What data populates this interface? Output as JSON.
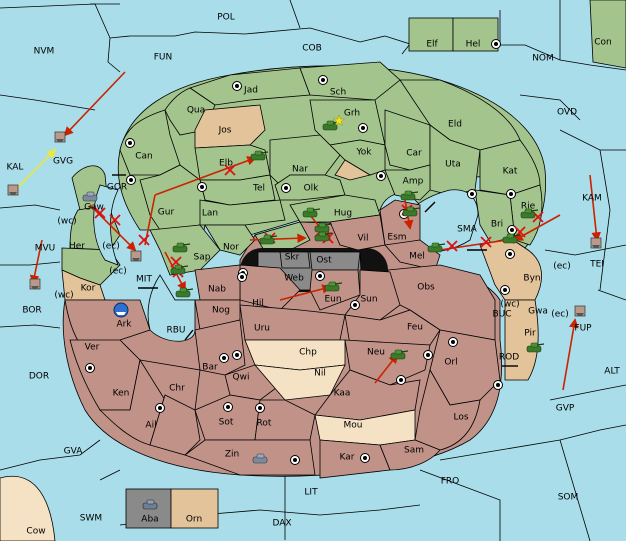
{
  "map": {
    "title": "",
    "colors": {
      "sea": "#a8dde9",
      "green_power": "#a3c48d",
      "red_power": "#c09288",
      "neutral": "#e2c39a",
      "gray_power": "#8a8a8a",
      "order_arrow": "#cc2200",
      "support_arrow": "#e8e840"
    },
    "labels": {
      "POL": "POL",
      "NVM": "NVM",
      "FUN": "FUN",
      "COB": "COB",
      "NOM": "NOM",
      "Con": "Con",
      "Elf": "Elf",
      "Hel": "Hel",
      "OVD": "OVD",
      "KAL": "KAL",
      "GVG": "GVG",
      "KAM": "KAM",
      "TEI": "TEI",
      "MVU": "MVU",
      "BOR": "BOR",
      "DOR": "DOR",
      "GVA": "GVA",
      "ALT": "ALT",
      "GVP": "GVP",
      "FRO": "FRO",
      "SOM": "SOM",
      "LIT": "LIT",
      "SWM": "SWM",
      "DAX": "DAX",
      "Cow": "Cow",
      "Aba": "Aba",
      "Orn": "Orn",
      "Jad": "Jad",
      "Sch": "Sch",
      "Qua": "Qua",
      "Grh": "Grh",
      "Jos": "Jos",
      "Can": "Can",
      "Eld": "Eld",
      "Yok": "Yok",
      "Car": "Car",
      "Elb": "Elb",
      "Nar": "Nar",
      "Uta": "Uta",
      "Kat": "Kat",
      "Tel": "Tel",
      "Olk": "Olk",
      "Amp": "Amp",
      "GOR": "GOR",
      "Gaw": "Gaw",
      "Gur": "Gur",
      "Lan": "Lan",
      "Hug": "Hug",
      "Rie": "Rie",
      "Bri": "Bri",
      "wc1": "(wc)",
      "ec1": "(ec)",
      "Her": "Her",
      "Nor": "Nor",
      "Vil": "Vil",
      "Esm": "Esm",
      "SMA": "SMA",
      "Sap": "Sap",
      "Skr": "Skr",
      "Ost": "Ost",
      "Mel": "Mel",
      "ec2": "(ec)",
      "Byn": "Byn",
      "Web": "Web",
      "MIT": "MIT",
      "wc2": "(wc)",
      "Kor": "Kor",
      "Nab": "Nab",
      "Obs": "Obs",
      "wc3": "(wc)",
      "Gwa": "Gwa",
      "Eun": "Eun",
      "Hil": "Hil",
      "Sun": "Sun",
      "BUC": "BUC",
      "ec3": "(ec)",
      "FUP": "FUP",
      "Pir": "Pir",
      "Ark": "Ark",
      "Nog": "Nog",
      "RBU": "RBU",
      "Uru": "Uru",
      "Feu": "Feu",
      "Ver": "Ver",
      "Chp": "Chp",
      "Neu": "Neu",
      "ROD": "ROD",
      "Orl": "Orl",
      "Bar": "Bar",
      "Qwi": "Qwi",
      "Nil": "Nil",
      "Ken": "Ken",
      "Chr": "Chr",
      "Kaa": "Kaa",
      "Los": "Los",
      "Ail": "Ail",
      "Sot": "Sot",
      "Rot": "Rot",
      "Mou": "Mou",
      "Zin": "Zin",
      "Kar": "Kar",
      "Sam": "Sam"
    }
  }
}
